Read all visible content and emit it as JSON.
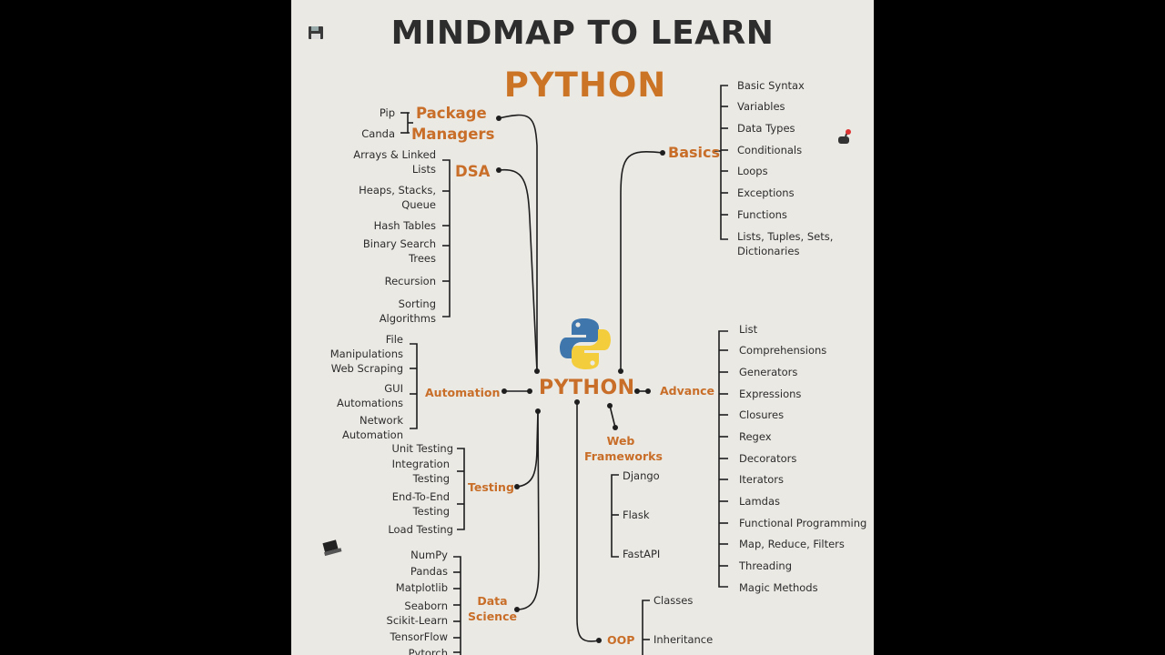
{
  "title": "MINDMAP TO LEARN",
  "subtitle": "PYTHON",
  "center": {
    "label": "PYTHON",
    "icon": "python-logo-icon"
  },
  "colors": {
    "accent": "#c86e28",
    "text": "#2c2c2c",
    "background": "#ebe9e4",
    "frame": "#000000"
  },
  "package_managers": {
    "title_line1": "Package",
    "title_line2": "Managers",
    "items": [
      "Pip",
      "Canda"
    ]
  },
  "dsa": {
    "title": "DSA",
    "items": [
      "Arrays & Linked",
      "Lists",
      "Heaps, Stacks,",
      "Queue",
      "Hash Tables",
      "Binary Search",
      "Trees",
      "Recursion",
      "Sorting",
      "Algorithms"
    ]
  },
  "automation": {
    "title": "Automation",
    "items": [
      "File",
      "Manipulations",
      "Web Scraping",
      "GUI",
      "Automations",
      "Network",
      "Automation"
    ]
  },
  "testing": {
    "title": "Testing",
    "items": [
      "Unit Testing",
      "Integration",
      "Testing",
      "End-To-End",
      "Testing",
      "Load Testing"
    ]
  },
  "data_science": {
    "title_line1": "Data",
    "title_line2": "Science",
    "items": [
      "NumPy",
      "Pandas",
      "Matplotlib",
      "Seaborn",
      "Scikit-Learn",
      "TensorFlow",
      "Pytorch"
    ]
  },
  "basics": {
    "title": "Basics",
    "items": [
      "Basic Syntax",
      "Variables",
      "Data Types",
      "Conditionals",
      "Loops",
      "Exceptions",
      "Functions",
      "Lists, Tuples, Sets,",
      "Dictionaries"
    ]
  },
  "advance": {
    "title": "Advance",
    "items": [
      "List",
      "Comprehensions",
      "Generators",
      "Expressions",
      "Closures",
      "Regex",
      "Decorators",
      "Iterators",
      "Lamdas",
      "Functional Programming",
      "Map, Reduce, Filters",
      "Threading",
      "Magic Methods"
    ]
  },
  "web_frameworks": {
    "title_line1": "Web",
    "title_line2": "Frameworks",
    "items": [
      "Django",
      "Flask",
      "FastAPI"
    ]
  },
  "oop": {
    "title": "OOP",
    "items": [
      "Classes",
      "Inheritance"
    ]
  }
}
